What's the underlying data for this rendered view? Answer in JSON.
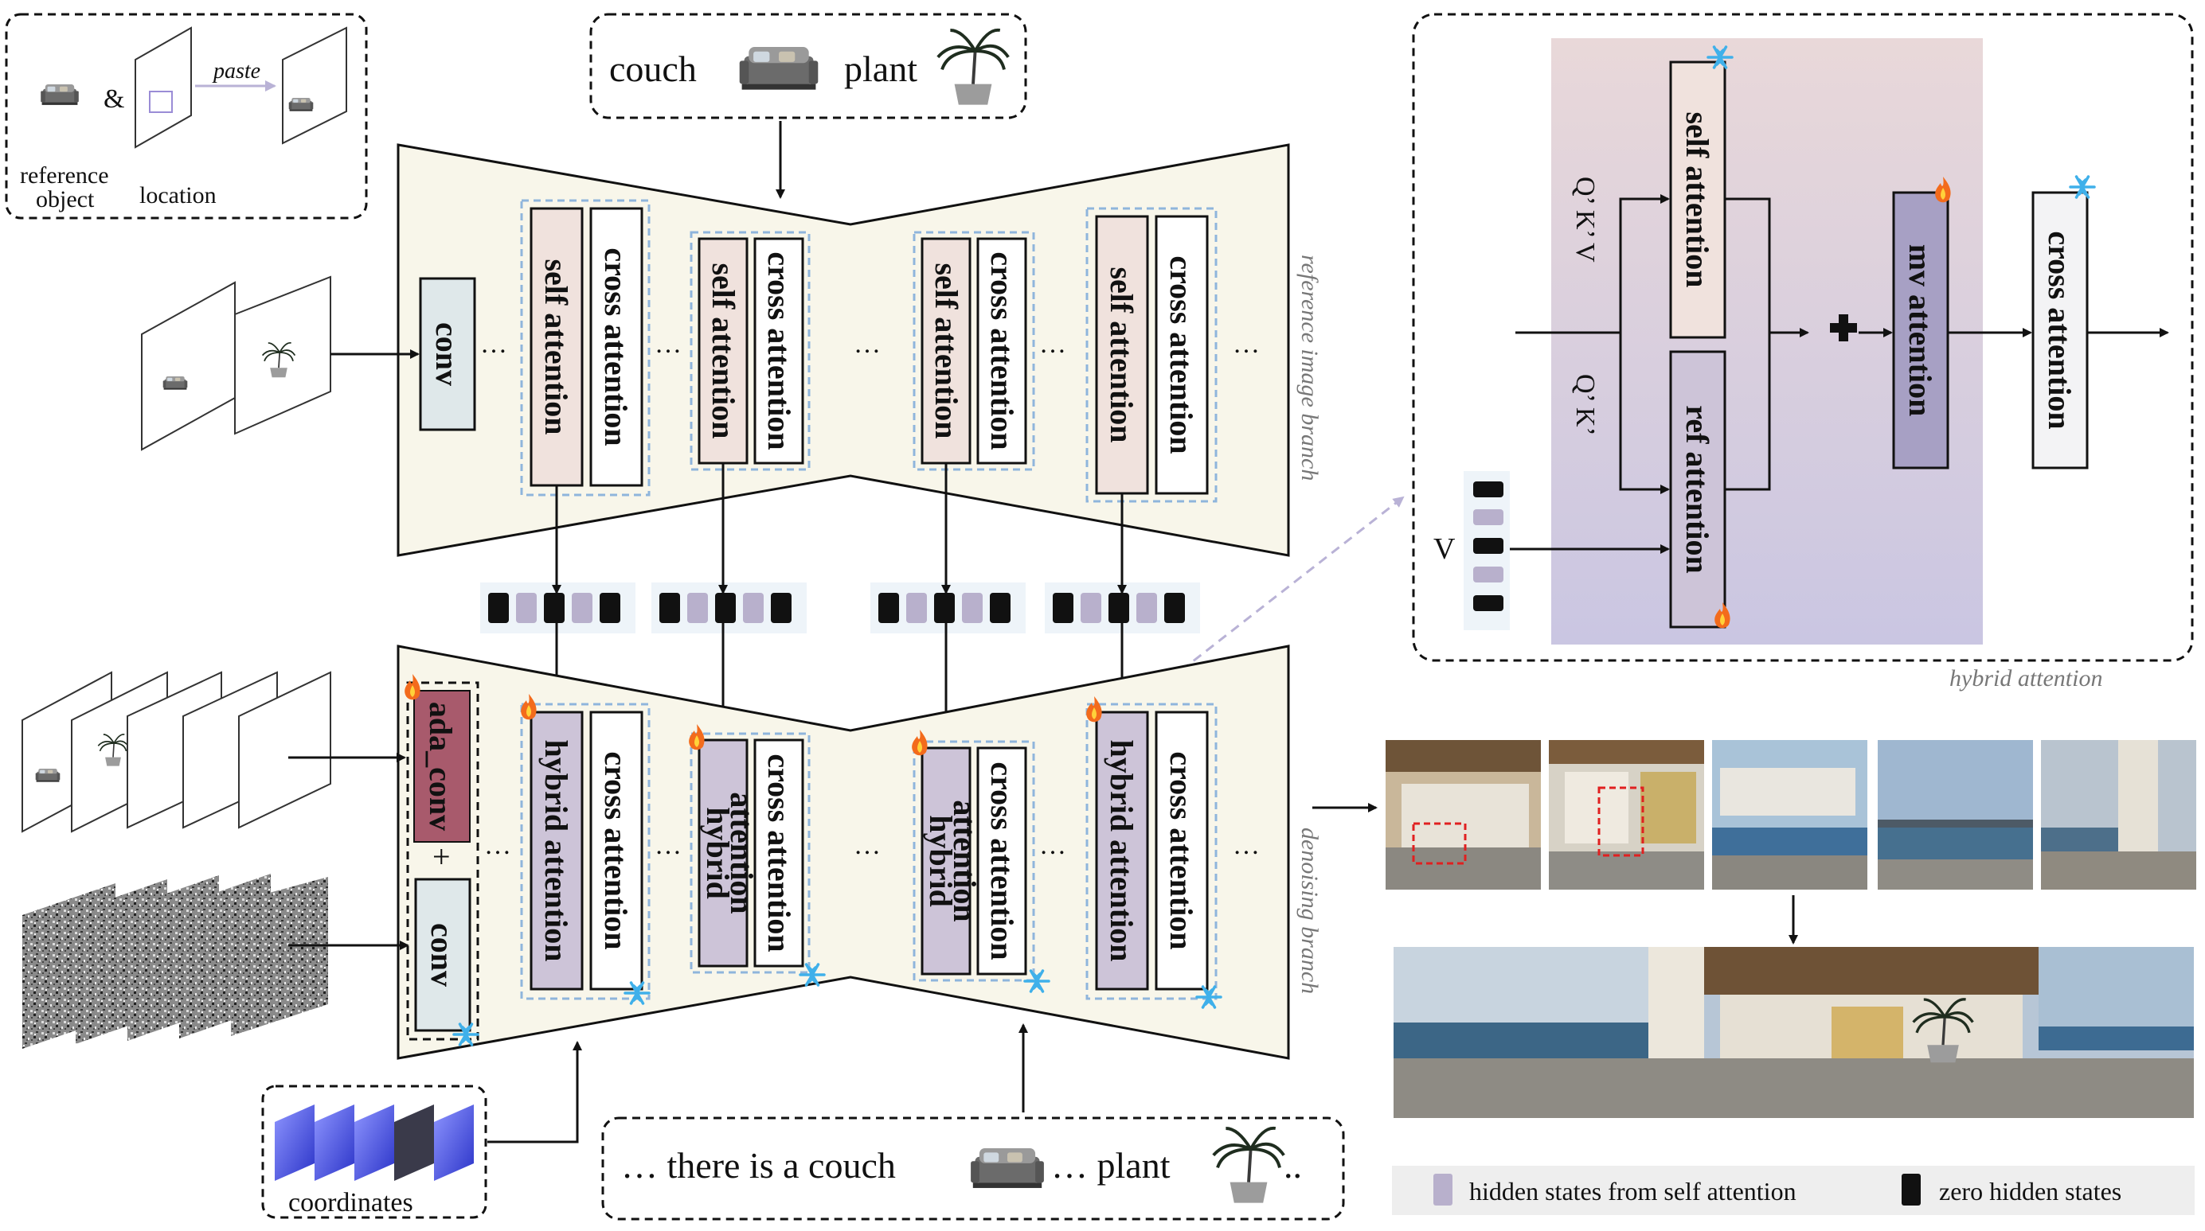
{
  "inputs": {
    "reference_object": "reference object",
    "location": "location",
    "ampersand": "&",
    "paste": "paste"
  },
  "top_prompt": {
    "word1": "couch",
    "word2": "plant"
  },
  "reference_branch": {
    "label": "reference image branch",
    "conv": "conv",
    "self_attention": "self attention",
    "cross_attention": "cross attention",
    "ellipsis": "…"
  },
  "denoising_branch": {
    "label": "denoising branch",
    "ada_conv": "ada_conv",
    "conv": "conv",
    "plus": "+",
    "hybrid_attention": "hybrid attention",
    "hybrid": "hybrid",
    "attention": "attention",
    "cross_attention": "cross attention"
  },
  "coordinates": "coordinates",
  "bottom_prompt": {
    "part1": "…  there is a couch",
    "part2": "…  plant",
    "part3": ".."
  },
  "hybrid_panel": {
    "title": "hybrid attention",
    "self_attention": "self attention",
    "ref_attention": "ref attention",
    "mv_attention": "mv attention",
    "cross_attention": "cross attention",
    "qkv": "Q’ K’ V",
    "qk": "Q’ K’",
    "v": "V"
  },
  "legend": {
    "hidden": "hidden states from self attention",
    "zero": "zero hidden states"
  },
  "colors": {
    "trapezoid": "#f8f6ea",
    "self_attention": "#f0e2dd",
    "hybrid_attention": "#cdc4d8",
    "ada_conv": "#a85a6c",
    "conv": "#dfe8ea",
    "hidden_state": "#b8b0cc",
    "zero_state": "#111111",
    "dash_blue": "#8fb5dc"
  }
}
